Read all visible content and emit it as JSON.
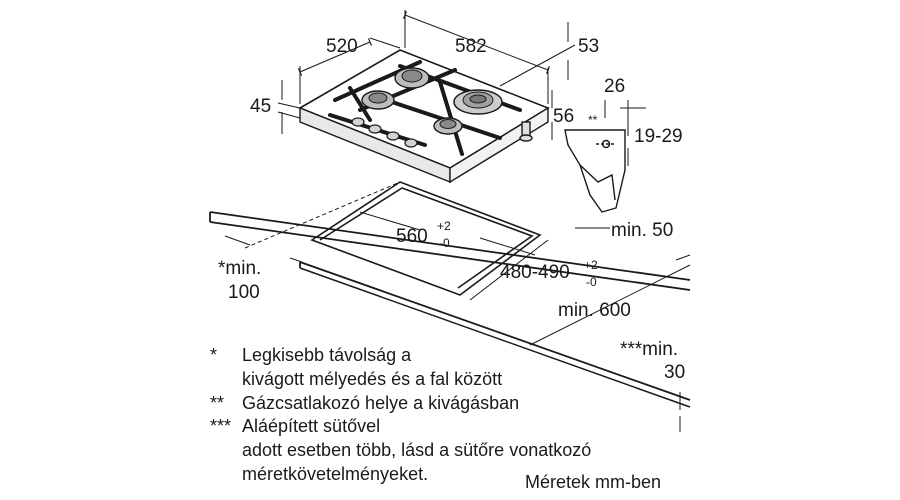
{
  "dimensions": {
    "width_520": "520",
    "width_582": "582",
    "height_53": "53",
    "height_45": "45",
    "depth_56": "56",
    "side_26": "26",
    "side_19_29": "19-29",
    "side_marker": "**",
    "cutout_560": "560",
    "cutout_560_tol_plus": "+2",
    "cutout_560_tol_minus": "-0",
    "cutout_480_490": "480-490",
    "cutout_480_tol_plus": "+2",
    "cutout_480_tol_minus": "-0",
    "min_50": "min. 50",
    "min_100_line1": "*min.",
    "min_100_line2": "100",
    "min_600": "min. 600",
    "min_30_line1": "***min.",
    "min_30_line2": "30"
  },
  "notes": [
    {
      "mark": "*",
      "lines": [
        "Legkisebb távolság a",
        "kivágott mélyedés és a fal között"
      ]
    },
    {
      "mark": "**",
      "lines": [
        "Gázcsatlakozó helye a kivágásban"
      ]
    },
    {
      "mark": "***",
      "lines": [
        "Aláépített sütővel",
        "adott esetben több, lásd a sütőre vonatkozó",
        "méretkövetelményeket."
      ]
    }
  ],
  "units_label": "Méretek mm-ben"
}
